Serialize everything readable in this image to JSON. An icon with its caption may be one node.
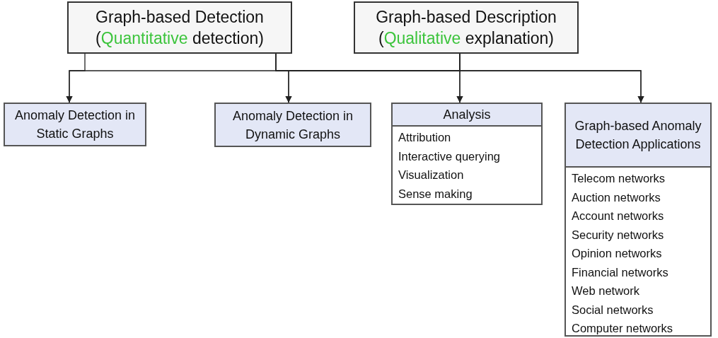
{
  "diagram": {
    "nodes": [
      {
        "text": [
          "Graph-based Detection",
          "(Quantitative detection)"
        ]
      },
      {
        "text": [
          "Graph-based Description",
          "(Qualitative explanation)"
        ]
      },
      {
        "text": [
          "Anomaly Detection in Static Graphs"
        ]
      },
      {
        "text": [
          "Anomaly Detection in Dynamic Graphs"
        ]
      },
      {
        "text": [
          "Analysis",
          "Attribution",
          "Interactive querying",
          "Visualization",
          "Sense making"
        ]
      },
      {
        "text": [
          "Graph-based Anomaly Detection Applications",
          "Telecom networks",
          "Auction networks",
          "Account networks",
          "Security networks",
          "Opinion networks",
          "Financial networks",
          "Web network",
          "Social networks",
          "Computer networks"
        ]
      }
    ],
    "edges": [
      {
        "from": 0,
        "to": 2,
        "arrow": "to"
      },
      {
        "from": 0,
        "to": 3,
        "arrow": "to"
      },
      {
        "from": 0,
        "to": 4,
        "arrow": "to"
      },
      {
        "from": 0,
        "to": 5,
        "arrow": "to"
      },
      {
        "from": 1,
        "to": 2,
        "arrow": "to"
      },
      {
        "from": 1,
        "to": 3,
        "arrow": "to"
      },
      {
        "from": 1,
        "to": 4,
        "arrow": "to"
      },
      {
        "from": 1,
        "to": 5,
        "arrow": "to"
      }
    ]
  }
}
